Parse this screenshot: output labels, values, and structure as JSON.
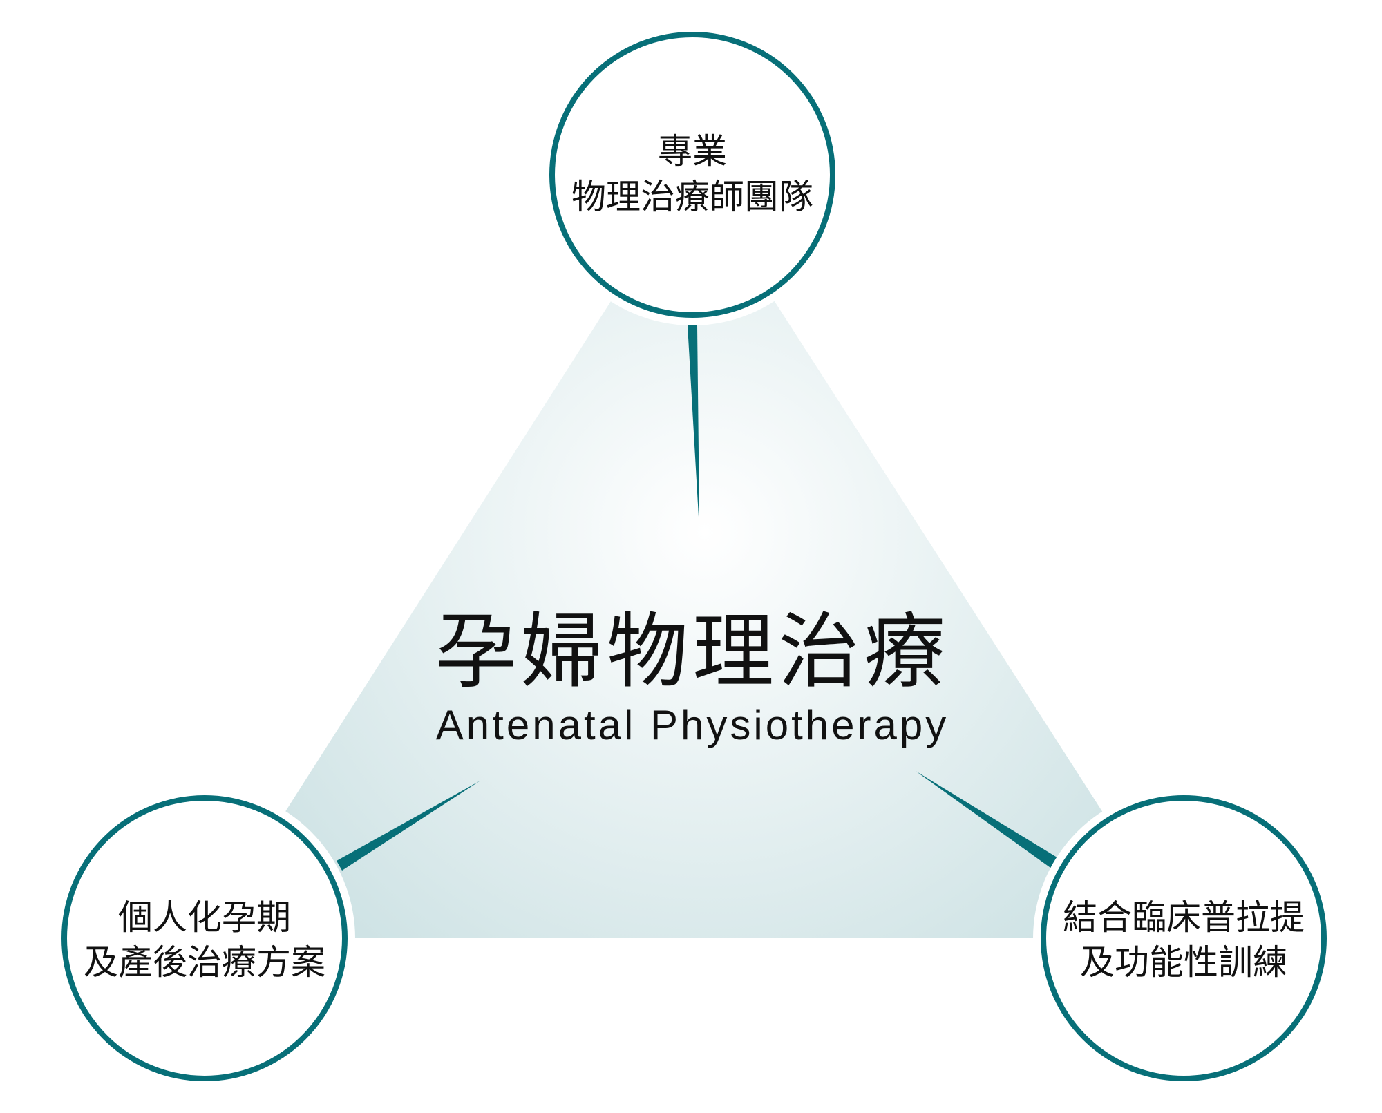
{
  "title": "孕婦物理治療",
  "subtitle": "Antenatal Physiotherapy",
  "colors": {
    "accent": "#076f78",
    "fill_edge": "#cfe3e5",
    "fill_center": "#ffffff"
  },
  "nodes": {
    "top": {
      "line1": "專業",
      "line2": "物理治療師團隊"
    },
    "left": {
      "line1": "個人化孕期",
      "line2": "及產後治療方案"
    },
    "right": {
      "line1": "結合臨床普拉提",
      "line2": "及功能性訓練"
    }
  }
}
